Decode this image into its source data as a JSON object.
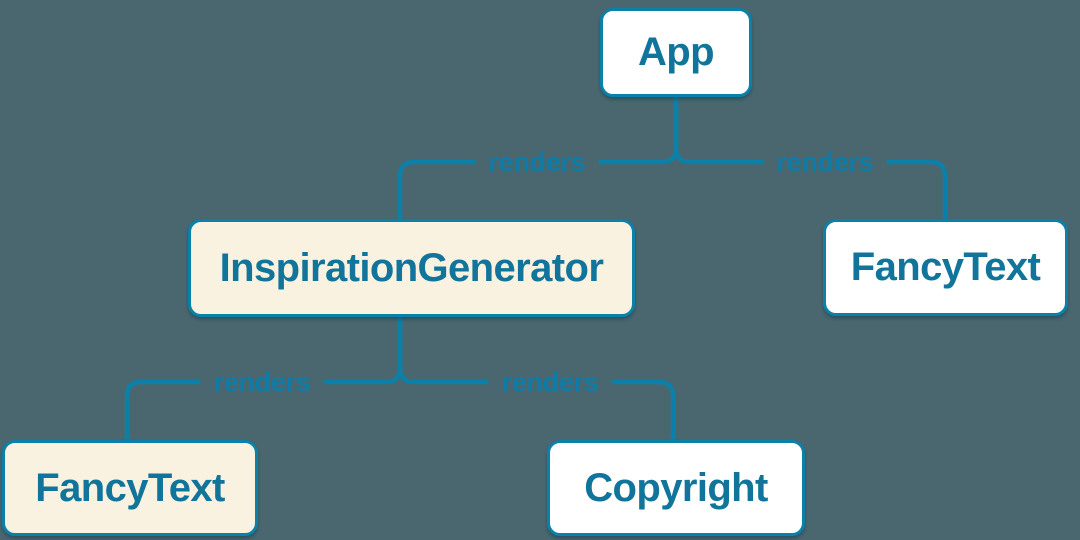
{
  "diagram": {
    "nodes": {
      "app": {
        "label": "App",
        "variant": "white"
      },
      "inspiration": {
        "label": "InspirationGenerator",
        "variant": "cream"
      },
      "fancy_text_top": {
        "label": "FancyText",
        "variant": "white"
      },
      "fancy_text_bottom": {
        "label": "FancyText",
        "variant": "cream"
      },
      "copyright": {
        "label": "Copyright",
        "variant": "white"
      }
    },
    "edges": [
      {
        "from": "App",
        "to": "InspirationGenerator",
        "label": "renders"
      },
      {
        "from": "App",
        "to": "FancyText",
        "label": "renders"
      },
      {
        "from": "InspirationGenerator",
        "to": "FancyText",
        "label": "renders"
      },
      {
        "from": "InspirationGenerator",
        "to": "Copyright",
        "label": "renders"
      }
    ],
    "colors": {
      "background": "#4a6770",
      "line": "#0b80a8",
      "node_text": "#11749b",
      "edge_label_text": "#0e7ca6",
      "node_bg_white": "#ffffff",
      "node_bg_cream": "#faf2e1"
    }
  }
}
